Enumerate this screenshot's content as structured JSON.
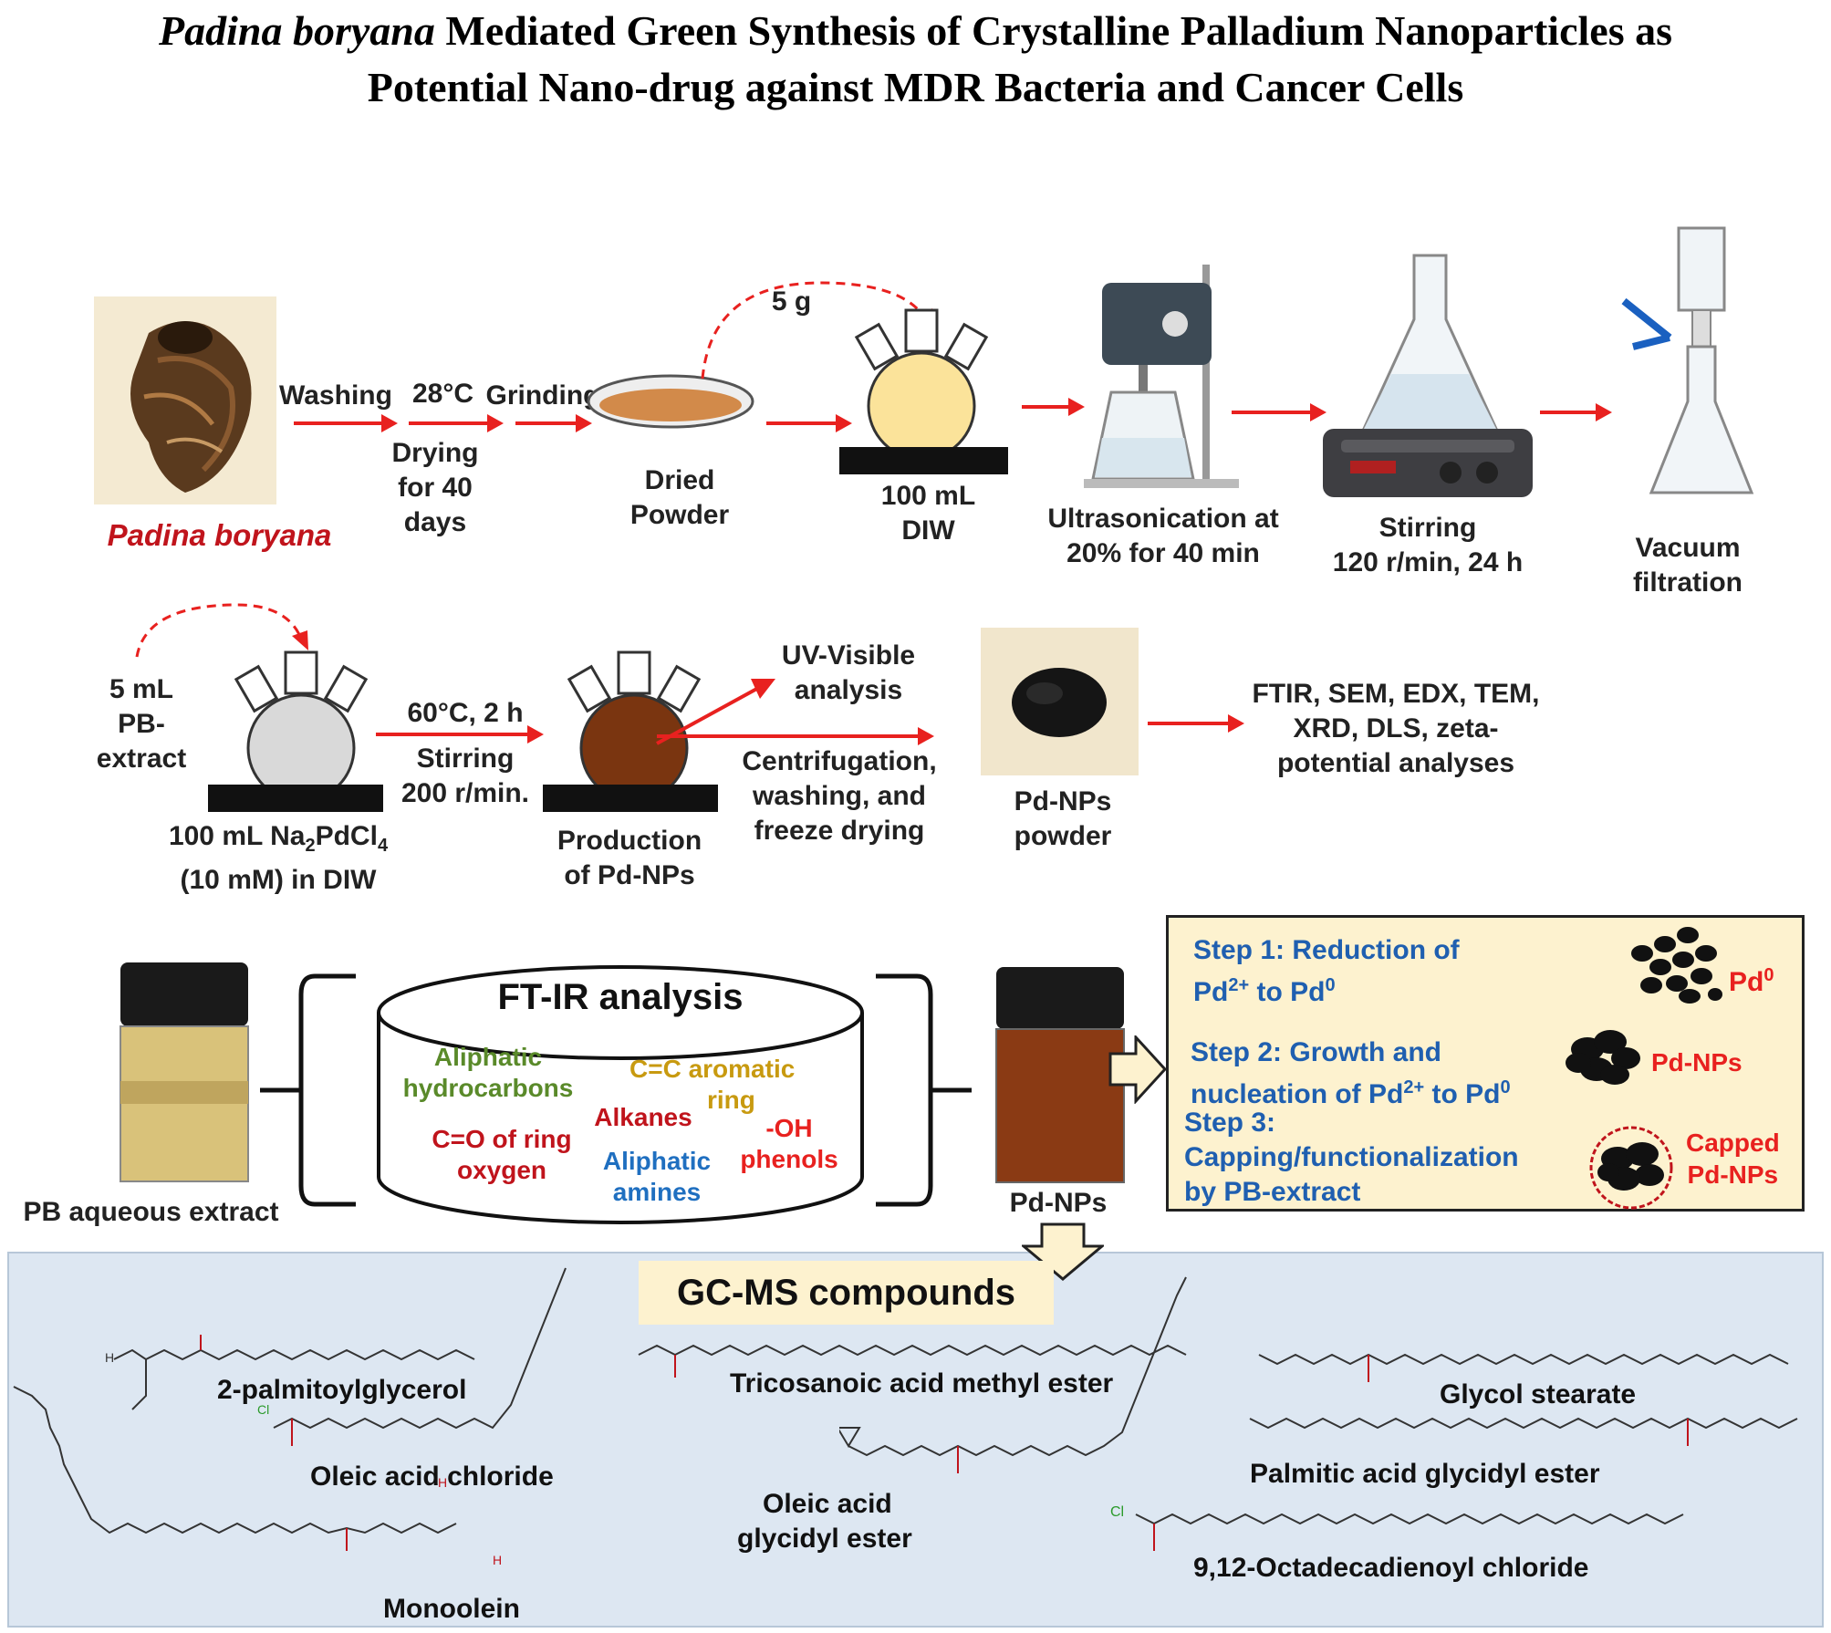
{
  "title": {
    "italic": "Padina boryana",
    "rest_line1": " Mediated Green Synthesis of Crystalline Palladium Nanoparticles as",
    "line2": "Potential Nano-drug against MDR Bacteria and Cancer Cells"
  },
  "row1": {
    "specimen_label": "Padina boryana",
    "washing": "Washing",
    "temp": "28°C",
    "grinding": "Grinding",
    "drying": [
      "Drying",
      "for 40",
      "days"
    ],
    "amount": "5 g",
    "dried_powder": [
      "Dried",
      "Powder"
    ],
    "diw": [
      "100 mL",
      "DIW"
    ],
    "ultrasonication": [
      "Ultrasonication at",
      "20% for 40 min"
    ],
    "stirring": [
      "Stirring",
      "120 r/min, 24 h"
    ],
    "vacuum": [
      "Vacuum",
      "filtration"
    ]
  },
  "row2": {
    "extract": [
      "5 mL",
      "PB-",
      "extract"
    ],
    "conditions": [
      "60°C, 2 h",
      "Stirring",
      "200 r/min."
    ],
    "na_solution": [
      "100 mL Na",
      "2",
      "PdCl",
      "4",
      "(10 mM) in DIW"
    ],
    "production": [
      "Production",
      "of Pd-NPs"
    ],
    "uv": [
      "UV-Visible",
      "analysis"
    ],
    "centrifugation": [
      "Centrifugation,",
      "washing, and",
      "freeze drying"
    ],
    "powder": [
      "Pd-NPs",
      "powder"
    ],
    "analyses": [
      "FTIR, SEM, EDX, TEM,",
      "XRD, DLS, zeta-",
      "potential analyses"
    ]
  },
  "row3": {
    "pb_extract_label": "PB aqueous extract",
    "ftir_title": "FT-IR analysis",
    "ftir_items": {
      "aliphatic_hc": [
        "Aliphatic",
        "hydrocarbons"
      ],
      "cc_aromatic": [
        "C=C  aromatic",
        "ring"
      ],
      "alkanes": "Alkanes",
      "co_ring": [
        "C=O of ring",
        "oxygen"
      ],
      "oh_phenols": [
        "-OH",
        "phenols"
      ],
      "aliphatic_amines": [
        "Aliphatic",
        "amines"
      ]
    },
    "pdnps_label": "Pd-NPs",
    "steps": {
      "s1": [
        "Step 1: Reduction of",
        "Pd",
        "2+",
        " to Pd",
        "0"
      ],
      "s2": [
        "Step 2: Growth and",
        "nucleation of Pd",
        "2+",
        " to Pd",
        "0"
      ],
      "s3": [
        "Step 3:",
        "Capping/functionalization",
        "by PB-extract"
      ],
      "pd0": [
        "Pd",
        "0"
      ],
      "pdnps": "Pd-NPs",
      "capped": [
        "Capped",
        "Pd-NPs"
      ]
    }
  },
  "gcms": {
    "title": "GC-MS compounds",
    "compounds": [
      "2-palmitoylglycerol",
      "Oleic  acid chloride",
      "Monoolein",
      "Tricosanoic acid methyl ester",
      "Oleic  acid",
      "glycidyl ester",
      "Glycol stearate",
      "Palmitic acid glycidyl ester",
      "9,12-Octadecadienoyl chloride"
    ]
  },
  "colors": {
    "arrow_red": "#e8211f",
    "green": "#5a8a2a",
    "orange": "#c89a10",
    "dark_red": "#c0141c",
    "blue": "#1f6fc0",
    "box_yellow": "#fdf2cf",
    "gc_bg": "#dde7f2"
  }
}
